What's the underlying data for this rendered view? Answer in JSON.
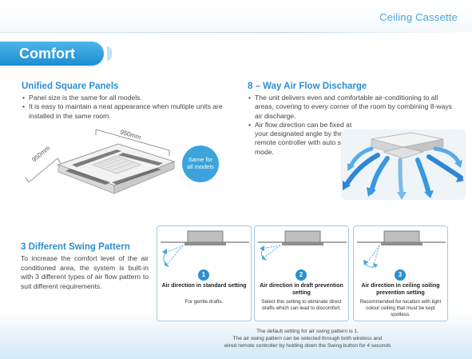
{
  "header": {
    "title": "Ceiling Cassette"
  },
  "comfort": {
    "label": "Comfort"
  },
  "unified": {
    "title": "Unified Square Panels",
    "bullets": [
      "Panel size is the same for all models.",
      "It is easy to maintain a neat appearance when multiple units are installed in the same room."
    ],
    "dim_left": "950mm",
    "dim_right": "950mm",
    "badge": [
      "Same for",
      "all models"
    ]
  },
  "airflow": {
    "title": "8 – Way Air Flow Discharge",
    "bullets": [
      "The unit delivers even and comfortable air-conditioning to all areas, covering to every corner of the room by combining 8-ways air discharge.",
      "Air flow direction can be fixed at your designated angle by the remote controller with auto swing mode."
    ]
  },
  "swing": {
    "title": "3 Different Swing Pattern",
    "body": "To increase the comfort level of the air conditioned area, the system is built-in with 3 different types of air flow pattern to suit different requirements."
  },
  "cards": [
    {
      "num": "1",
      "title": "Air direction in standard setting",
      "desc": "For gentle drafts."
    },
    {
      "num": "2",
      "title": "Air direction in draft prevention setting",
      "desc": "Select this setting to eliminate direct drafts which can lead to discomfort."
    },
    {
      "num": "3",
      "title": "Air direction in ceiling soiling prevention setting",
      "desc": "Recommended for location with light colour ceiling that must be kept spotless."
    }
  ],
  "footer": {
    "line1": "The default setting for air swing pattern is 1.",
    "line2": "The air swing pattern can be selected through both wireless and",
    "line3": "wired remote controller by holding down the Swing button for 4 seconds"
  },
  "colors": {
    "accent": "#2d8fd0",
    "tab": "#1b8ed2",
    "card_border": "#9ecbe9"
  }
}
